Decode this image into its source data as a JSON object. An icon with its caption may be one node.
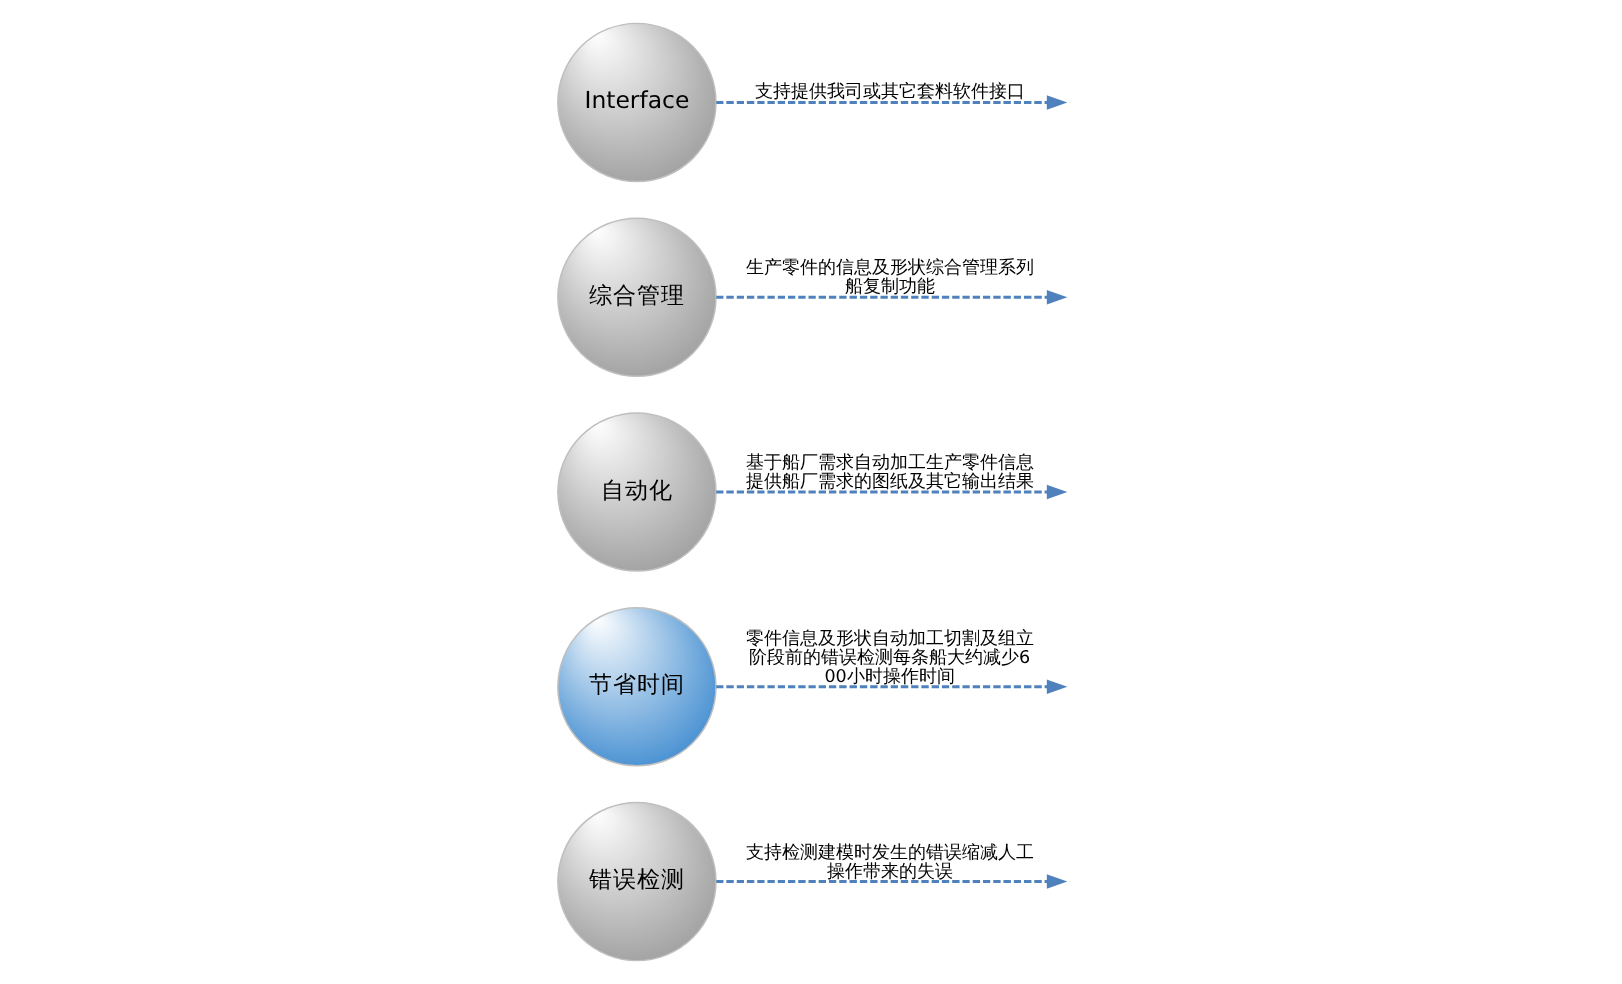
{
  "diagram": {
    "nodes": [
      {
        "text": [
          "错误检测"
        ]
      },
      {
        "text": [
          "节省时间"
        ]
      },
      {
        "text": [
          "自动化"
        ]
      },
      {
        "text": [
          "综合管理"
        ]
      },
      {
        "text": [
          "Interface"
        ]
      }
    ],
    "edges": [
      {
        "from": 0,
        "to": null,
        "arrow": "to",
        "style": "dashed",
        "label": "支持检测建模时发生的错误缩减人工操作带来的失误"
      },
      {
        "from": 1,
        "to": null,
        "arrow": "to",
        "style": "dashed",
        "label": "零件信息及形状自动加工切割及组立阶段前的错误检测每条船大约减少600小时操作时间"
      },
      {
        "from": 2,
        "to": null,
        "arrow": "to",
        "style": "dashed",
        "label": "基于船厂需求自动加工生产零件信息提供船厂需求的图纸及其它输出结果"
      },
      {
        "from": 3,
        "to": null,
        "arrow": "to",
        "style": "dashed",
        "label": "生产零件的信息及形状综合管理系列船复制功能"
      },
      {
        "from": 4,
        "to": null,
        "arrow": "to",
        "style": "dashed",
        "label": "支持提供我司或其它套料软件接口"
      }
    ]
  }
}
